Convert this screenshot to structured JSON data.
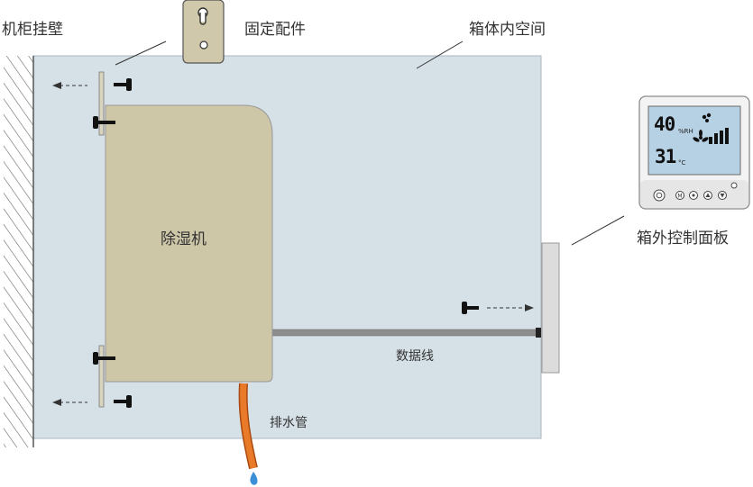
{
  "labels": {
    "cabinet_wall": "机柜挂壁",
    "mounting_bracket": "固定配件",
    "cabinet_interior": "箱体内空间",
    "dehumidifier": "除湿机",
    "external_panel": "箱外控制面板",
    "data_cable": "数据线",
    "drain_pipe": "排水管"
  },
  "control_panel": {
    "humidity_value": "40",
    "humidity_unit": "%RH",
    "temperature_value": "31",
    "temperature_unit": "°C"
  },
  "colors": {
    "cabinet_interior": "#d6e0e7",
    "dehumidifier_body": "#cdc6a7",
    "drain_pipe": "#e97a2a",
    "water_drop": "#3a8fd6",
    "lcd_screen": "#b7d1e4",
    "bracket": "#cfc8aa"
  }
}
